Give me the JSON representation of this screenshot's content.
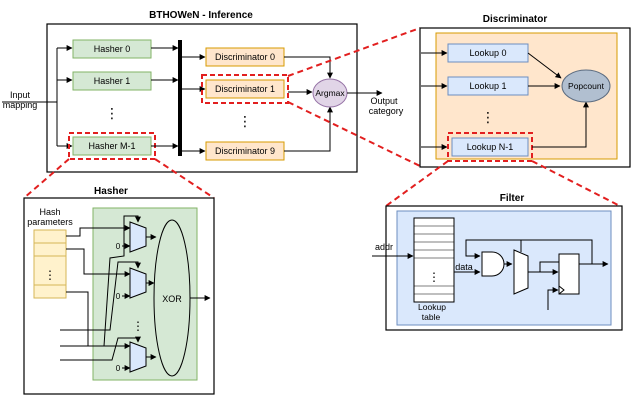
{
  "titles": {
    "inference": "BTHOWeN - Inference",
    "discriminator": "Discriminator",
    "hasher": "Hasher",
    "filter": "Filter"
  },
  "inference": {
    "input_label_1": "Input",
    "input_label_2": "mapping",
    "hashers": [
      "Hasher 0",
      "Hasher 1",
      "Hasher M-1"
    ],
    "discriminators": [
      "Discriminator 0",
      "Discriminator 1",
      "Discriminator 9"
    ],
    "argmax": "Argmax",
    "output_label_1": "Output",
    "output_label_2": "category",
    "ellipsis": "⋮"
  },
  "discriminator": {
    "lookups": [
      "Lookup 0",
      "Lookup 1",
      "Lookup N-1"
    ],
    "popcount": "Popcount",
    "ellipsis": "⋮"
  },
  "hasher": {
    "params_label_1": "Hash",
    "params_label_2": "parameters",
    "zero": "0",
    "xor": "XOR",
    "ellipsis": "⋮"
  },
  "filter": {
    "addr": "addr",
    "data": "data",
    "table_label_1": "Lookup",
    "table_label_2": "table",
    "ellipsis": "⋮"
  },
  "colors": {
    "hasher_fill": "#d5e8d4",
    "hasher_stroke": "#82b366",
    "discriminator_fill": "#ffe6cc",
    "discriminator_stroke": "#d79b00",
    "lookup_fill": "#dae8fc",
    "lookup_stroke": "#6c8ebf",
    "popcount_fill": "#b1bfd0",
    "argmax_fill": "#e1d5e7",
    "filter_fill": "#dae8fc",
    "params_fill": "#fff2cc",
    "callout": "#e21f1f"
  }
}
